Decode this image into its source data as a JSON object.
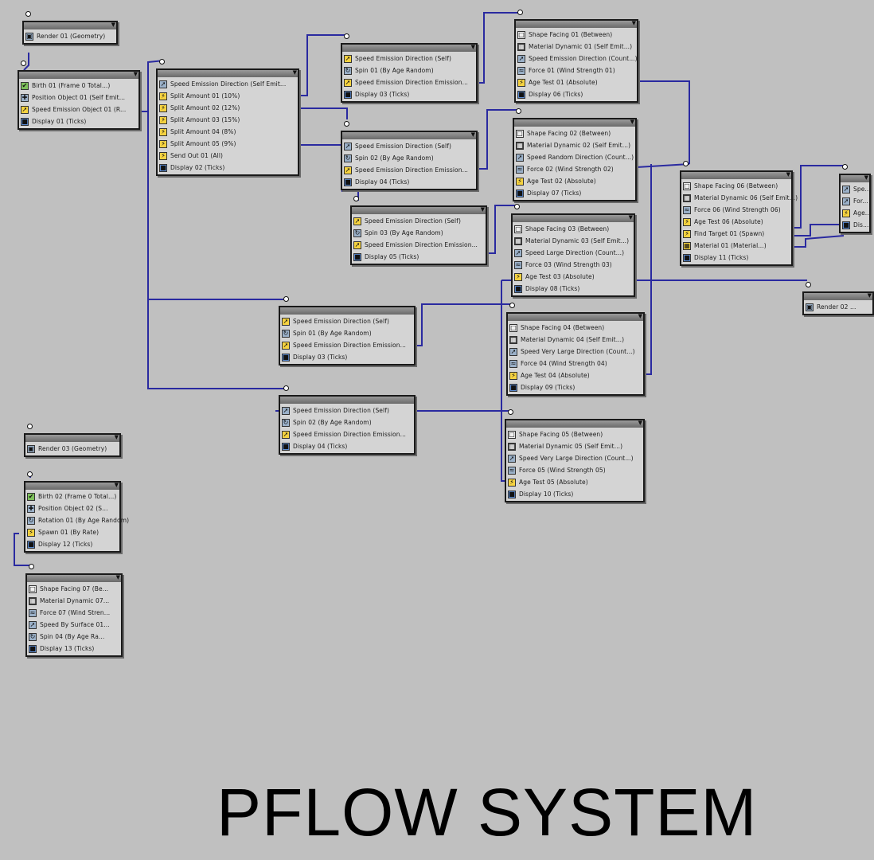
{
  "diagram": {
    "title": "PFLOW SYSTEM",
    "wire_color": "#2a2aa0",
    "nodes": [
      {
        "id": "n1",
        "header": "",
        "rows": [
          {
            "icon": "render-icon",
            "mark": "speed",
            "text": "Render 01 (Geometry)"
          }
        ]
      },
      {
        "id": "n2",
        "header": "",
        "rows": [
          {
            "icon": "birth-icon",
            "mark": "birth",
            "text": "Birth 01 (Frame 0 Total...)"
          },
          {
            "icon": "position-icon",
            "mark": "speed",
            "text": "Position Object 01 (Self Emit..."
          },
          {
            "icon": "speed-icon",
            "mark": "test",
            "text": "Speed Emission Object 01 (R..."
          },
          {
            "icon": "display-icon",
            "mark": "display",
            "text": "Display 01 (Ticks)"
          }
        ]
      },
      {
        "id": "n3",
        "header": "",
        "rows": [
          {
            "icon": "speed-icon",
            "mark": "speed",
            "text": "Speed Emission Direction (Self Emit..."
          },
          {
            "icon": "test-icon",
            "mark": "test",
            "text": "Split Amount 01 (10%)"
          },
          {
            "icon": "test-icon",
            "mark": "test",
            "text": "Split Amount 02 (12%)"
          },
          {
            "icon": "test-icon",
            "mark": "test",
            "text": "Split Amount 03 (15%)"
          },
          {
            "icon": "test-icon",
            "mark": "test",
            "text": "Split Amount 04 (8%)"
          },
          {
            "icon": "test-icon",
            "mark": "test",
            "text": "Split Amount 05 (9%)"
          },
          {
            "icon": "test-icon",
            "mark": "test",
            "text": "Send Out 01 (All)"
          },
          {
            "icon": "display-icon",
            "mark": "display",
            "text": "Display 02 (Ticks)"
          }
        ]
      },
      {
        "id": "n4",
        "header": "",
        "rows": [
          {
            "icon": "speed-icon",
            "mark": "test",
            "text": "Speed Emission Direction (Self)"
          },
          {
            "icon": "spin-icon",
            "mark": "speed",
            "text": "Spin 01 (By Age Random)"
          },
          {
            "icon": "speed-icon",
            "mark": "test",
            "text": "Speed Emission Direction Emission..."
          },
          {
            "icon": "display-icon",
            "mark": "display",
            "text": "Display 03 (Ticks)"
          }
        ]
      },
      {
        "id": "n5",
        "header": "",
        "rows": [
          {
            "icon": "speed-icon",
            "mark": "speed",
            "text": "Speed Emission Direction (Self)"
          },
          {
            "icon": "spin-icon",
            "mark": "speed",
            "text": "Spin 02 (By Age Random)"
          },
          {
            "icon": "speed-icon",
            "mark": "test",
            "text": "Speed Emission Direction Emission..."
          },
          {
            "icon": "display-icon",
            "mark": "display",
            "text": "Display 04 (Ticks)"
          }
        ]
      },
      {
        "id": "n6",
        "header": "",
        "rows": [
          {
            "icon": "speed-icon",
            "mark": "test",
            "text": "Speed Emission Direction (Self)"
          },
          {
            "icon": "spin-icon",
            "mark": "speed",
            "text": "Spin 03 (By Age Random)"
          },
          {
            "icon": "speed-icon",
            "mark": "test",
            "text": "Speed Emission Direction Emission..."
          },
          {
            "icon": "display-icon",
            "mark": "display",
            "text": "Display 05 (Ticks)"
          }
        ]
      },
      {
        "id": "n7",
        "header": "",
        "rows": [
          {
            "icon": "shape-icon",
            "mark": "event",
            "text": "Shape Facing 01 (Between)"
          },
          {
            "icon": "material-icon",
            "mark": "dark",
            "text": "Material Dynamic 01 (Self Emit...)"
          },
          {
            "icon": "speed-icon",
            "mark": "speed",
            "text": "Speed Emission Direction (Count...)"
          },
          {
            "icon": "force-icon",
            "mark": "speed",
            "text": "Force 01 (Wind Strength 01)"
          },
          {
            "icon": "test-icon",
            "mark": "test",
            "text": "Age Test 01 (Absolute)"
          },
          {
            "icon": "display-icon",
            "mark": "display",
            "text": "Display 06 (Ticks)"
          }
        ]
      },
      {
        "id": "n8",
        "header": "",
        "rows": [
          {
            "icon": "shape-icon",
            "mark": "event",
            "text": "Shape Facing 02 (Between)"
          },
          {
            "icon": "material-icon",
            "mark": "dark",
            "text": "Material Dynamic 02 (Self Emit...)"
          },
          {
            "icon": "speed-icon",
            "mark": "speed",
            "text": "Speed Random Direction (Count...)"
          },
          {
            "icon": "force-icon",
            "mark": "speed",
            "text": "Force 02 (Wind Strength 02)"
          },
          {
            "icon": "test-icon",
            "mark": "test",
            "text": "Age Test 02 (Absolute)"
          },
          {
            "icon": "display-icon",
            "mark": "display",
            "text": "Display 07 (Ticks)"
          }
        ]
      },
      {
        "id": "n9",
        "header": "",
        "rows": [
          {
            "icon": "shape-icon",
            "mark": "event",
            "text": "Shape Facing 03 (Between)"
          },
          {
            "icon": "material-icon",
            "mark": "dark",
            "text": "Material Dynamic 03 (Self Emit...)"
          },
          {
            "icon": "speed-icon",
            "mark": "speed",
            "text": "Speed Large Direction (Count...)"
          },
          {
            "icon": "force-icon",
            "mark": "speed",
            "text": "Force 03 (Wind Strength 03)"
          },
          {
            "icon": "test-icon",
            "mark": "test",
            "text": "Age Test 03 (Absolute)"
          },
          {
            "icon": "display-icon",
            "mark": "display",
            "text": "Display 08 (Ticks)"
          }
        ]
      },
      {
        "id": "n10",
        "header": "",
        "rows": [
          {
            "icon": "shape-icon",
            "mark": "event",
            "text": "Shape Facing 04 (Between)"
          },
          {
            "icon": "material-icon",
            "mark": "dark",
            "text": "Material Dynamic 04 (Self Emit...)"
          },
          {
            "icon": "speed-icon",
            "mark": "speed",
            "text": "Speed Very Large Direction (Count...)"
          },
          {
            "icon": "force-icon",
            "mark": "speed",
            "text": "Force 04 (Wind Strength 04)"
          },
          {
            "icon": "test-icon",
            "mark": "test",
            "text": "Age Test 04 (Absolute)"
          },
          {
            "icon": "display-icon",
            "mark": "display",
            "text": "Display 09 (Ticks)"
          }
        ]
      },
      {
        "id": "n11",
        "header": "",
        "rows": [
          {
            "icon": "shape-icon",
            "mark": "event",
            "text": "Shape Facing 05 (Between)"
          },
          {
            "icon": "material-icon",
            "mark": "dark",
            "text": "Material Dynamic 05 (Self Emit...)"
          },
          {
            "icon": "speed-icon",
            "mark": "speed",
            "text": "Speed Very Large Direction (Count...)"
          },
          {
            "icon": "force-icon",
            "mark": "speed",
            "text": "Force 05 (Wind Strength 05)"
          },
          {
            "icon": "test-icon",
            "mark": "test",
            "text": "Age Test 05 (Absolute)"
          },
          {
            "icon": "display-icon",
            "mark": "display",
            "text": "Display 10 (Ticks)"
          }
        ]
      },
      {
        "id": "n12",
        "header": "",
        "rows": [
          {
            "icon": "shape-icon",
            "mark": "event",
            "text": "Shape Facing 06 (Between)"
          },
          {
            "icon": "material-icon",
            "mark": "dark",
            "text": "Material Dynamic 06 (Self Emit...)"
          },
          {
            "icon": "force-icon",
            "mark": "speed",
            "text": "Force 06 (Wind Strength 06)"
          },
          {
            "icon": "test-icon",
            "mark": "test",
            "text": "Age Test 06 (Absolute)"
          },
          {
            "icon": "test-icon",
            "mark": "test",
            "text": "Find Target 01 (Spawn)"
          },
          {
            "icon": "material-icon",
            "mark": "test",
            "text": "Material 01 (Material...)"
          },
          {
            "icon": "display-icon",
            "mark": "display",
            "text": "Display 11 (Ticks)"
          }
        ]
      },
      {
        "id": "n13",
        "header": "",
        "rows": [
          {
            "icon": "speed-icon",
            "mark": "speed",
            "text": "Spe..."
          },
          {
            "icon": "speed-icon",
            "mark": "speed",
            "text": "For..."
          },
          {
            "icon": "test-icon",
            "mark": "test",
            "text": "Age..."
          },
          {
            "icon": "display-icon",
            "mark": "display",
            "text": "Dis..."
          }
        ]
      },
      {
        "id": "n14",
        "header": "",
        "rows": [
          {
            "icon": "render-icon",
            "mark": "speed",
            "text": "Render 02 ..."
          }
        ]
      },
      {
        "id": "n15",
        "header": "",
        "rows": [
          {
            "icon": "render-icon",
            "mark": "speed",
            "text": "Render 03 (Geometry)"
          }
        ]
      },
      {
        "id": "n16",
        "header": "",
        "rows": [
          {
            "icon": "birth-icon",
            "mark": "birth",
            "text": "Birth 02 (Frame 0 Total...)"
          },
          {
            "icon": "position-icon",
            "mark": "speed",
            "text": "Position Object 02 (S..."
          },
          {
            "icon": "spin-icon",
            "mark": "speed",
            "text": "Rotation 01 (By Age Random)"
          },
          {
            "icon": "test-icon",
            "mark": "test",
            "text": "Spawn 01 (By Rate)"
          },
          {
            "icon": "display-icon",
            "mark": "display",
            "text": "Display 12 (Ticks)"
          }
        ]
      },
      {
        "id": "n17",
        "header": "",
        "rows": [
          {
            "icon": "shape-icon",
            "mark": "event",
            "text": "Shape Facing 07 (Be..."
          },
          {
            "icon": "material-icon",
            "mark": "dark",
            "text": "Material Dynamic 07..."
          },
          {
            "icon": "force-icon",
            "mark": "speed",
            "text": "Force 07 (Wind Stren..."
          },
          {
            "icon": "speed-icon",
            "mark": "speed",
            "text": "Speed By Surface 01..."
          },
          {
            "icon": "spin-icon",
            "mark": "speed",
            "text": "Spin 04 (By Age Ra..."
          },
          {
            "icon": "display-icon",
            "mark": "display",
            "text": "Display 13 (Ticks)"
          }
        ]
      }
    ]
  }
}
